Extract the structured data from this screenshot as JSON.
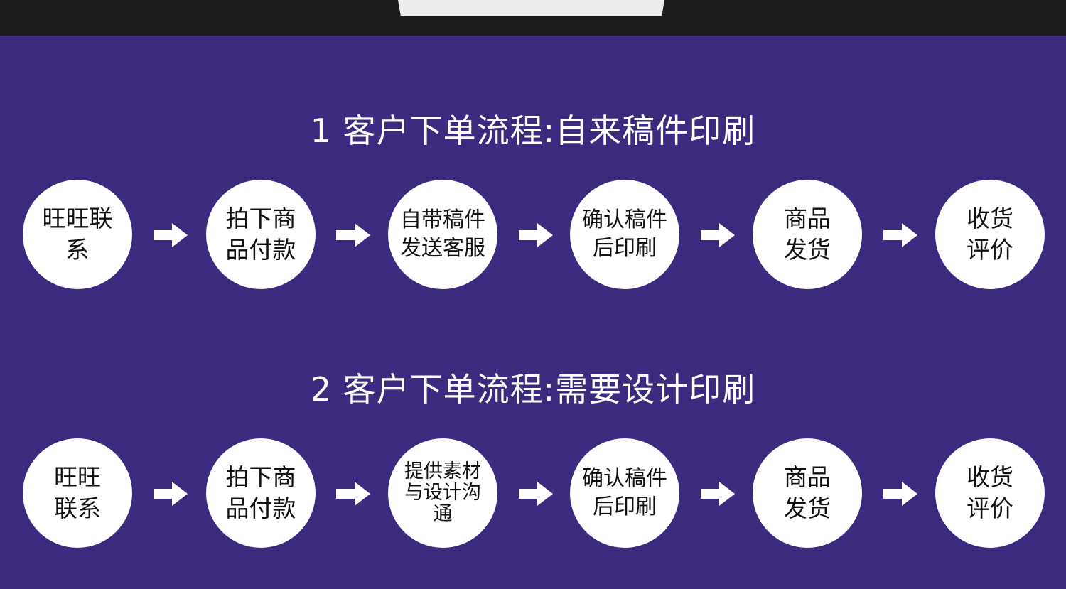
{
  "flows": [
    {
      "title": "1  客户下单流程:自来稿件印刷",
      "steps": [
        "旺旺联系",
        "拍下商品付款",
        "自带稿件发送客服",
        "确认稿件后印刷",
        "商品发货",
        "收货评价"
      ]
    },
    {
      "title": "2  客户下单流程:需要设计印刷",
      "steps": [
        "旺旺联系",
        "拍下商品付款",
        "提供素材与设计沟通",
        "确认稿件后印刷",
        "商品发货",
        "收货评价"
      ]
    }
  ],
  "colors": {
    "background": "#3b2a7d",
    "topbar": "#1c1c1c",
    "circle": "#ffffff",
    "text_dark": "#111111",
    "text_light": "#ffffff"
  },
  "icons": {
    "arrow": "arrow-right-icon"
  }
}
